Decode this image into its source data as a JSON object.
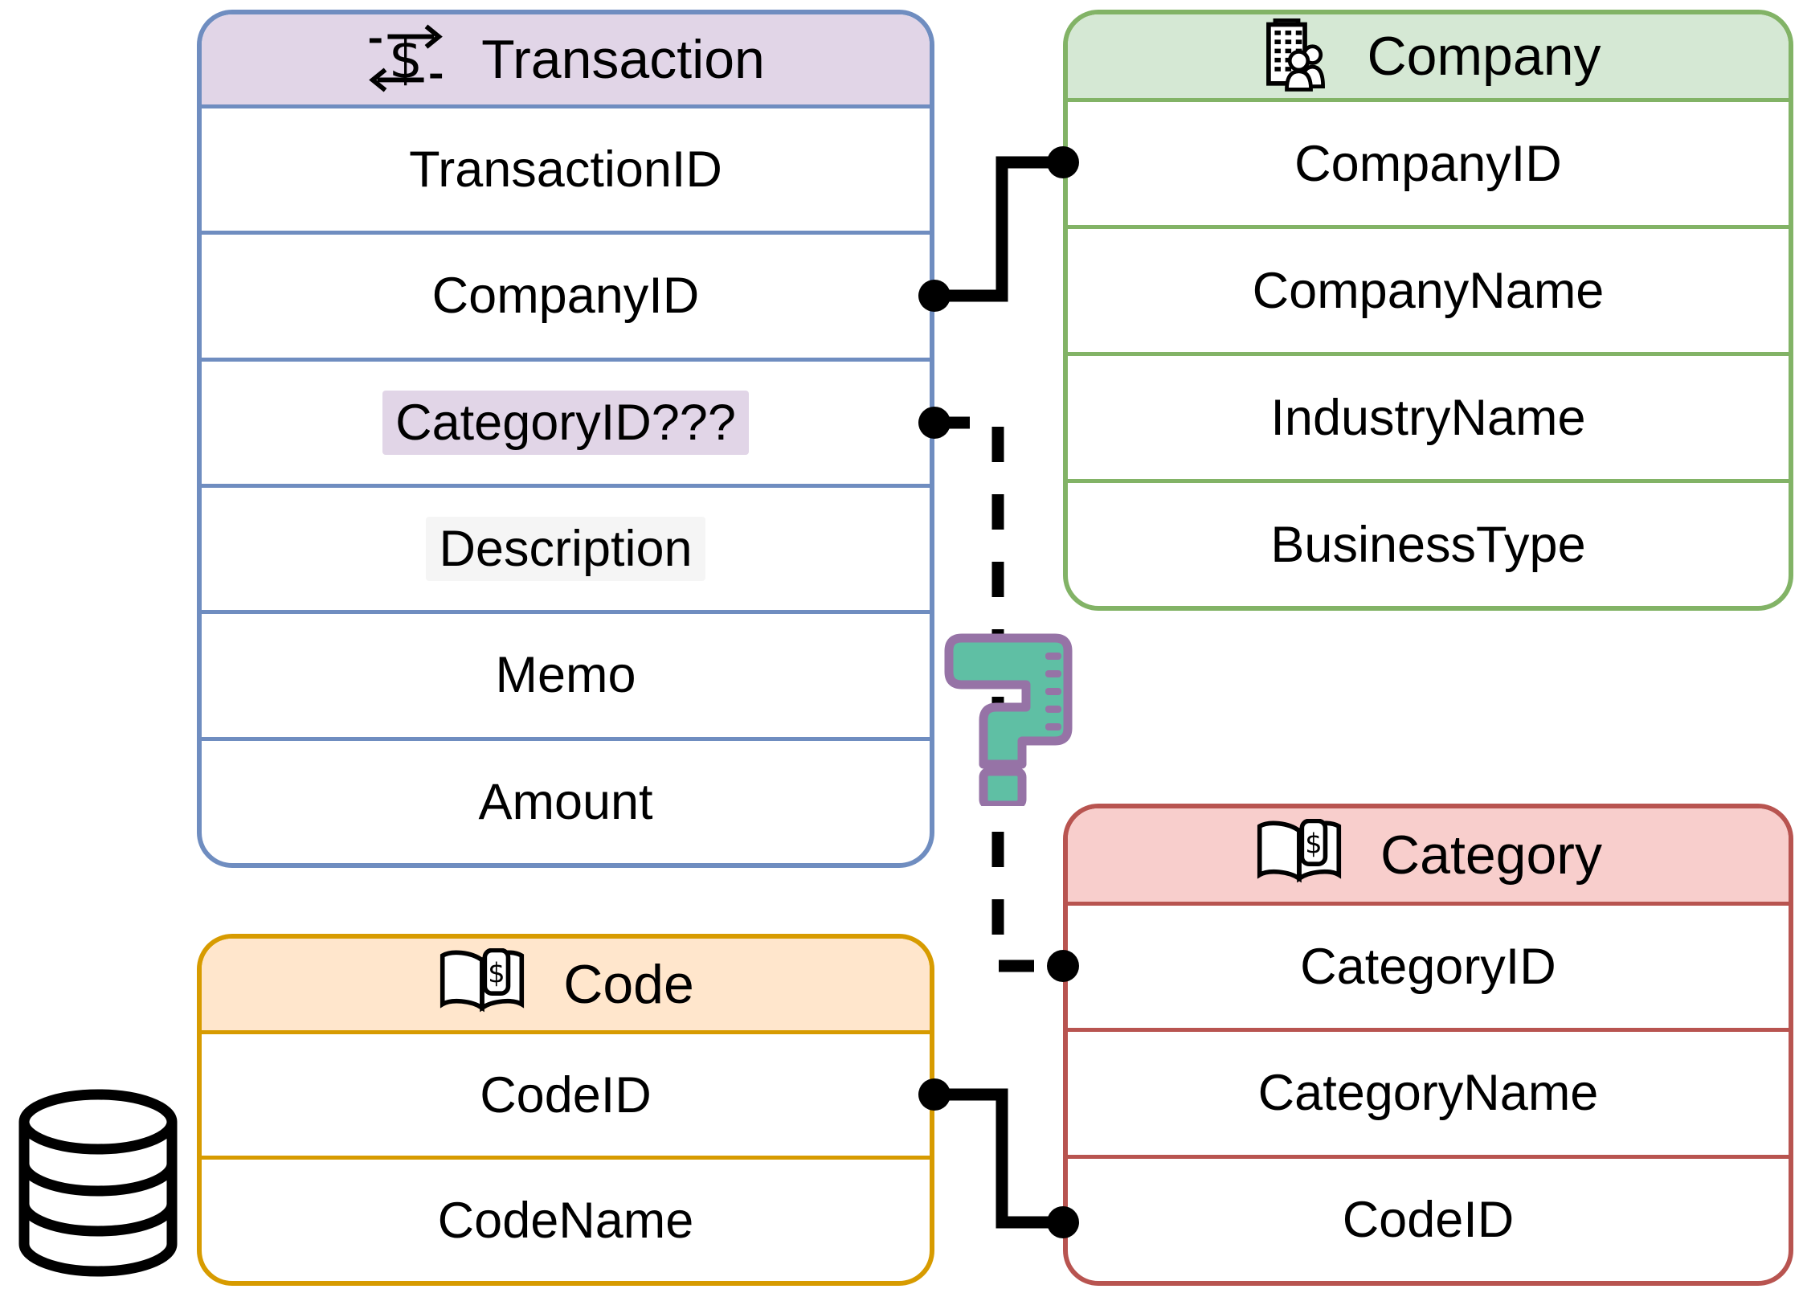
{
  "diagram_type": "entity-relationship",
  "tables": {
    "transaction": {
      "title": "Transaction",
      "icon": "money-transfer-icon",
      "fields": [
        "TransactionID",
        "CompanyID",
        "CategoryID???",
        "Description",
        "Memo",
        "Amount"
      ],
      "highlighted_field": "CategoryID???",
      "header_fill": "#e1d5e7",
      "border_color": "#6f8dc0"
    },
    "company": {
      "title": "Company",
      "icon": "office-building-people-icon",
      "fields": [
        "CompanyID",
        "CompanyName",
        "IndustryName",
        "BusinessType"
      ],
      "header_fill": "#d5e8d4",
      "border_color": "#82b366"
    },
    "category": {
      "title": "Category",
      "icon": "ledger-book-dollar-icon",
      "fields": [
        "CategoryID",
        "CategoryName",
        "CodeID"
      ],
      "header_fill": "#f8cecc",
      "border_color": "#b85450"
    },
    "code": {
      "title": "Code",
      "icon": "ledger-book-dollar-icon",
      "fields": [
        "CodeID",
        "CodeName"
      ],
      "header_fill": "#ffe6cc",
      "border_color": "#d79b00"
    }
  },
  "relationships": [
    {
      "from": "Transaction.CompanyID",
      "to": "Company.CompanyID",
      "style": "solid"
    },
    {
      "from": "Transaction.CategoryID???",
      "to": "Category.CategoryID",
      "style": "dashed",
      "annotation": "question-mark-icon"
    },
    {
      "from": "Code.CodeID",
      "to": "Category.CodeID",
      "style": "solid"
    }
  ],
  "icons": {
    "dollar_glyph": "$"
  },
  "colors": {
    "connector": "#000000",
    "question_mark_fill": "#5fbfa4",
    "question_mark_outline": "#9673a6",
    "categoryid_highlight": "#e1d5e7",
    "description_highlight": "#f5f5f5"
  }
}
